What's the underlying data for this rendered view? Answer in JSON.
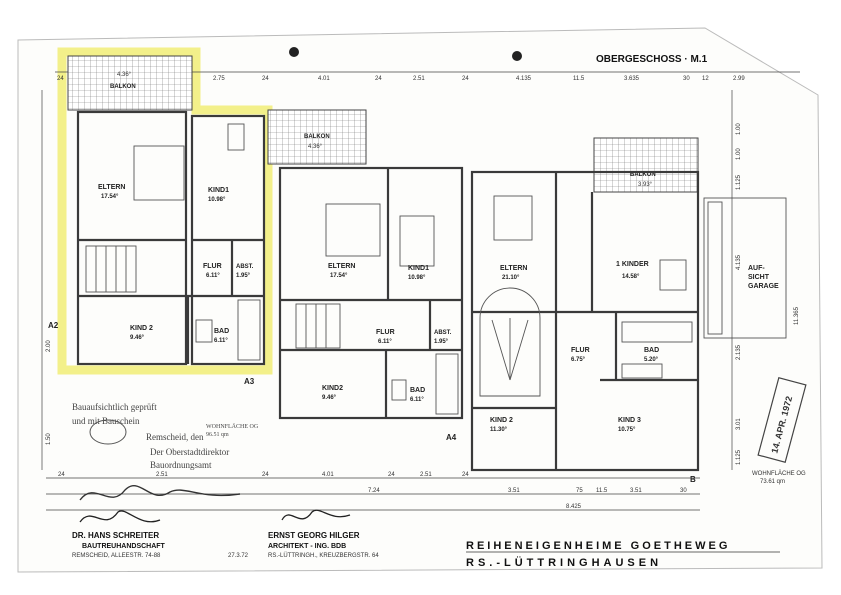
{
  "header": {
    "floor_title": "OBERGESCHOSS · M.1"
  },
  "top_dimensions": [
    "24",
    "2.75",
    "24",
    "4.01",
    "24",
    "2.51",
    "24",
    "4.135",
    "11.5",
    "3.635",
    "30",
    "12",
    "2.99"
  ],
  "balconies": [
    "BALKON",
    "BALKON",
    "BALKON"
  ],
  "balcony_areas": [
    "4.36°",
    "4.36°",
    "3.93°"
  ],
  "rooms": {
    "u1_eltern": {
      "name": "ELTERN",
      "area": "17.54°"
    },
    "u1_kind1": {
      "name": "KIND1",
      "area": "10.98°"
    },
    "u1_flur": {
      "name": "FLUR",
      "area": "6.11°"
    },
    "u1_abst": {
      "name": "ABST.",
      "area": "1.95°"
    },
    "u1_kind2": {
      "name": "KIND 2",
      "area": "9.46°"
    },
    "u1_bad": {
      "name": "BAD",
      "area": "6.11°"
    },
    "u2_eltern": {
      "name": "ELTERN",
      "area": "17.54°"
    },
    "u2_kind1": {
      "name": "KIND1",
      "area": "10.98°"
    },
    "u2_flur": {
      "name": "FLUR",
      "area": "6.11°"
    },
    "u2_abst": {
      "name": "ABST.",
      "area": "1.95°"
    },
    "u2_kind2": {
      "name": "KIND2",
      "area": "9.46°"
    },
    "u2_bad": {
      "name": "BAD",
      "area": "6.11°"
    },
    "u3_eltern": {
      "name": "ELTERN",
      "area": "21.10°"
    },
    "u3_kinder": {
      "name": "1 KINDER",
      "area": "14.58°"
    },
    "u3_flur": {
      "name": "FLUR",
      "area": "6.75°"
    },
    "u3_bad": {
      "name": "BAD",
      "area": "5.20°"
    },
    "u3_kind2": {
      "name": "KIND 2",
      "area": "11.30°"
    },
    "u3_kind3": {
      "name": "KIND 3",
      "area": "10.75°"
    }
  },
  "garage": {
    "line1": "AUF-",
    "line2": "SICHT",
    "line3": "GARAGE"
  },
  "markers": {
    "a2": "A2",
    "a3": "A3",
    "a4": "A4",
    "b": "B"
  },
  "side_dimensions": [
    "1.00",
    "1.00",
    "1.125",
    "4.135",
    "11.365",
    "2.135",
    "3.01",
    "1.125"
  ],
  "left_dimensions": [
    "2.00",
    "1.50"
  ],
  "bottom_dimensions": [
    "24",
    "2.51",
    "24",
    "4.01",
    "24",
    "2.51",
    "24",
    "3.51",
    "75",
    "11.5",
    "3.51",
    "30"
  ],
  "bottom_total": "7.24",
  "bottom_total2": "8.425",
  "stamp_text": {
    "l1": "Bauaufsichtlich geprüft",
    "l2": "und mit Bauschein",
    "l3": "Remscheid, den",
    "l4": "Der Oberstadtdirektor",
    "l5": "Bauordnungsamt"
  },
  "wohnflaeche_left": {
    "label": "WOHNFLÄCHE OG",
    "value": "96.51 qm"
  },
  "wohnflaeche_right": {
    "label": "WOHNFLÄCHE OG",
    "value": "73.61 qm"
  },
  "date_stamp": "14. APR. 1972",
  "signers": {
    "owner_name": "DR. HANS SCHREITER",
    "owner_role": "BAUTREUHANDSCHAFT",
    "owner_addr": "REMSCHEID, ALLEESTR. 74-88",
    "date": "27.3.72",
    "architect_name": "ERNST GEORG HILGER",
    "architect_role": "ARCHITEKT - ING. BDB",
    "architect_addr": "RS.-LÜTTRINGH., KREUZBERGSTR. 64"
  },
  "project": {
    "line1": "REIHENEIGENHEIME GOETHEWEG",
    "line2": "RS.-LÜTTRINGHAUSEN"
  },
  "colors": {
    "highlight": "#f3f08a",
    "paper": "#fdfdfb",
    "ink": "#333333"
  }
}
